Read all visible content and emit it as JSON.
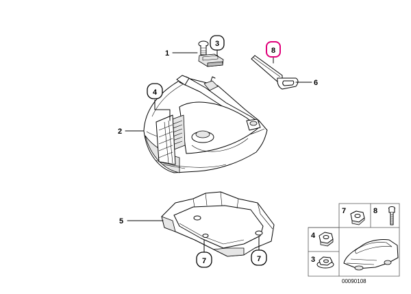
{
  "diagram": {
    "callouts": {
      "c1": "1",
      "c2": "2",
      "c3": "3",
      "c4": "4",
      "c5": "5",
      "c6": "6",
      "c7a": "7",
      "c7b": "7",
      "c8": "8"
    },
    "legend": {
      "l7": "7",
      "l8": "8",
      "l4": "4",
      "l3": "3"
    },
    "diagram_number": "00090108",
    "highlight_color": "#e0007a"
  }
}
